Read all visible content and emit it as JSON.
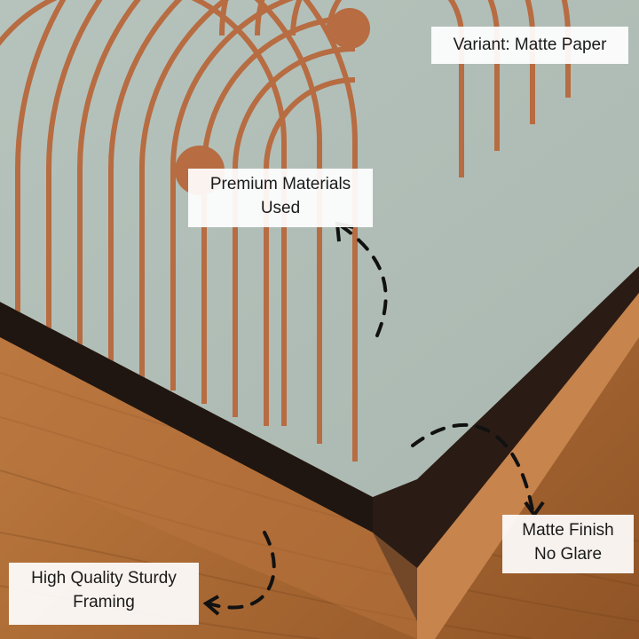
{
  "image": {
    "description_colors": {
      "paper": "#b3c0b9",
      "stripe": "#b76c42",
      "wood_light": "#d69658",
      "wood_dark": "#8a4f22",
      "frame": "#c7844d",
      "shadow": "#1e1410"
    }
  },
  "callouts": {
    "variant": "Variant: Matte Paper",
    "premium_line1": "Premium Materials",
    "premium_line2": "Used",
    "matte_line1": "Matte Finish",
    "matte_line2": "No Glare",
    "framing_line1": "High Quality Sturdy",
    "framing_line2": "Framing"
  }
}
